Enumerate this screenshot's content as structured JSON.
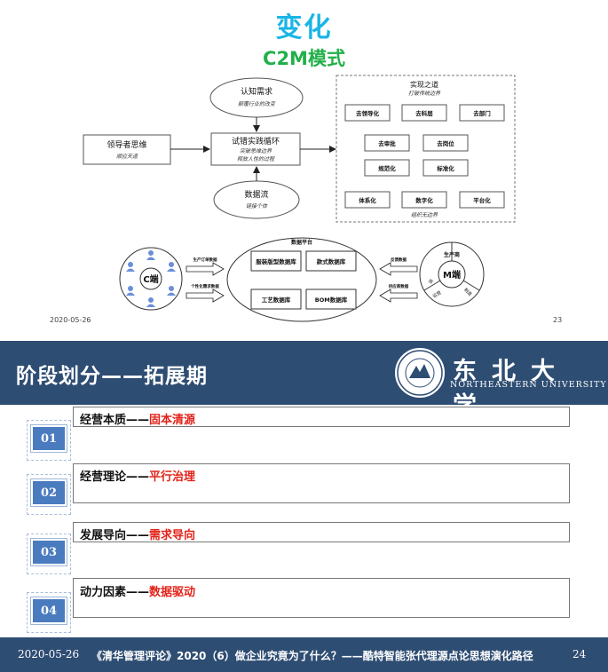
{
  "slide1": {
    "title": "变化",
    "subtitle": "C2M模式",
    "diagram": {
      "cognize": {
        "title": "认知需求",
        "sub": "颠覆行业的改变"
      },
      "leader": {
        "title": "领导者思维",
        "sub": "顺应天道"
      },
      "center": {
        "title": "试错实践循环",
        "sub1": "突破思维边界",
        "sub2": "释放人性的过程"
      },
      "dataflow": {
        "title": "数据流",
        "sub": "链接个体"
      },
      "practice": {
        "title": "实现之道",
        "subtitle": "打破传统边界",
        "items": [
          "去领导化",
          "去科层",
          "去部门",
          "去审批",
          "去岗位",
          "规范化",
          "标准化",
          "体系化",
          "数字化",
          "平台化"
        ],
        "footer": "组织无边界"
      }
    },
    "platform": {
      "c_label": "C端",
      "m_label": "M端",
      "producer": "生产商",
      "center_title": "数据平台",
      "databases": [
        "服装版型数据库",
        "款式数据库",
        "工艺数据库",
        "BOM数据库"
      ],
      "left_arrows": [
        "生产订单数据",
        "个性化需求数据"
      ],
      "right_arrows": [
        "反馈数据",
        "供应商数据"
      ],
      "m_segments": [
        "测",
        "运营",
        "制造"
      ]
    },
    "footer_date": "2020-05-26",
    "page_num": "23"
  },
  "slide2": {
    "title": "阶段划分——拓展期",
    "logo_cn": "东北大学",
    "logo_en": "NORTHEASTERN   UNIVERSITY",
    "rows": [
      {
        "num": "01",
        "label": "经营本质——",
        "value": "固本清源"
      },
      {
        "num": "02",
        "label": "经营理论——",
        "value": "平行治理"
      },
      {
        "num": "03",
        "label": "发展导向——",
        "value": "需求导向"
      },
      {
        "num": "04",
        "label": "动力因素——",
        "value": "数据驱动"
      }
    ],
    "footer_date": "2020-05-26",
    "footer_text": "《清华管理评论》2020（6）做企业究竟为了什么？——酷特智能张代理源点论思想演化路径",
    "page_num": "24"
  },
  "colors": {
    "title_blue": "#1ab5e6",
    "subtitle_green": "#22b04a",
    "header_navy": "#2e4d73",
    "accent_red": "#e2231a",
    "num_blue": "#4a7bbf"
  }
}
